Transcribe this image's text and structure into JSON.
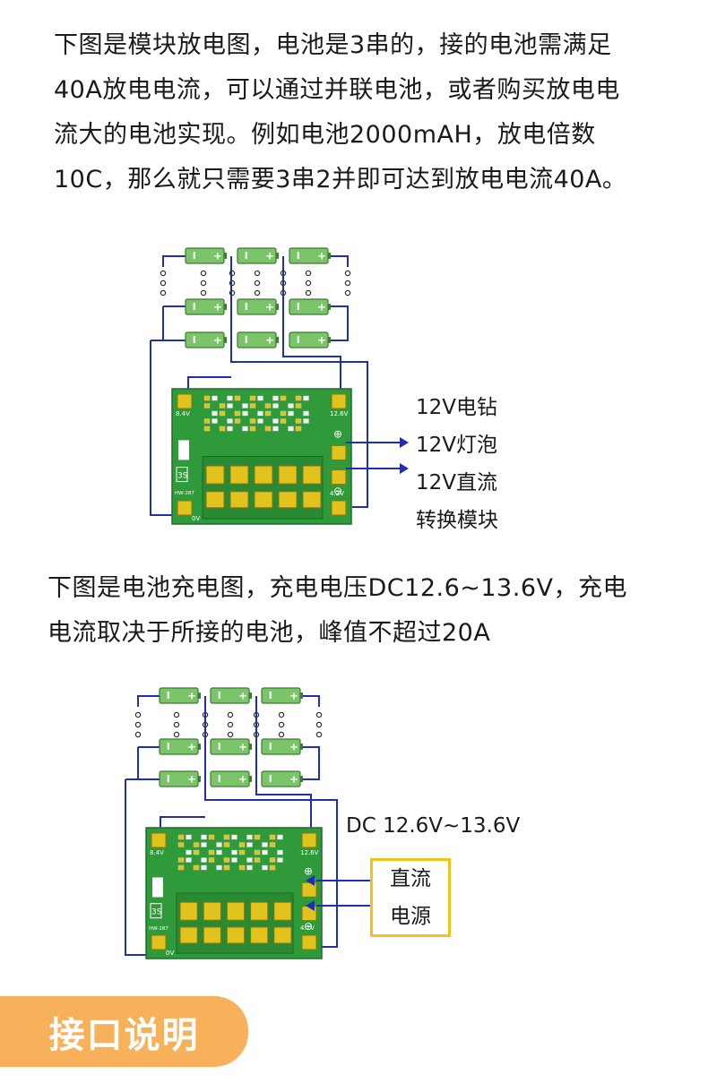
{
  "section1": {
    "lines": [
      "下图是模块放电图，电池是3串的，接的电池需满足",
      "40A放电电流，可以通过并联电池，或者购买放电电",
      "流大的电池实现。例如电池2000mAH，放电倍数",
      "10C，那么就只需要3串2并即可达到放电电流40A。"
    ]
  },
  "diagram1": {
    "pcb_label_left": "8.4V",
    "pcb_label_right": "12.6V",
    "pcb_label_bottom_left": "0V",
    "pcb_label_bottom_right": "4.2V",
    "pcb_badge": "3S",
    "pcb_model": "HW-287",
    "battery_neg": "I",
    "battery_pos": "+",
    "loads": [
      "12V电钻",
      "12V灯泡",
      "12V直流",
      "转换模块"
    ]
  },
  "section2": {
    "lines": [
      "下图是电池充电图，充电电压DC12.6~13.6V，充电",
      "电流取决于所接的电池，峰值不超过20A"
    ]
  },
  "diagram2": {
    "pcb_label_left": "8.4V",
    "pcb_label_right": "12.6V",
    "pcb_label_bottom_left": "0V",
    "pcb_label_bottom_right": "4.2V",
    "pcb_badge": "3S",
    "pcb_model": "HW-287",
    "battery_neg": "I",
    "battery_pos": "+",
    "voltage_label": "DC 12.6V~13.6V",
    "source_box": [
      "直流",
      "电源"
    ]
  },
  "banner": {
    "title": "接口说明"
  },
  "colors": {
    "wire": "#1f2fb0",
    "battery": "#7cc46a",
    "pcb": "#2f9a3a",
    "pad": "#e2c21c",
    "banner": "#f8b15b",
    "box_border": "#f0c21b"
  }
}
